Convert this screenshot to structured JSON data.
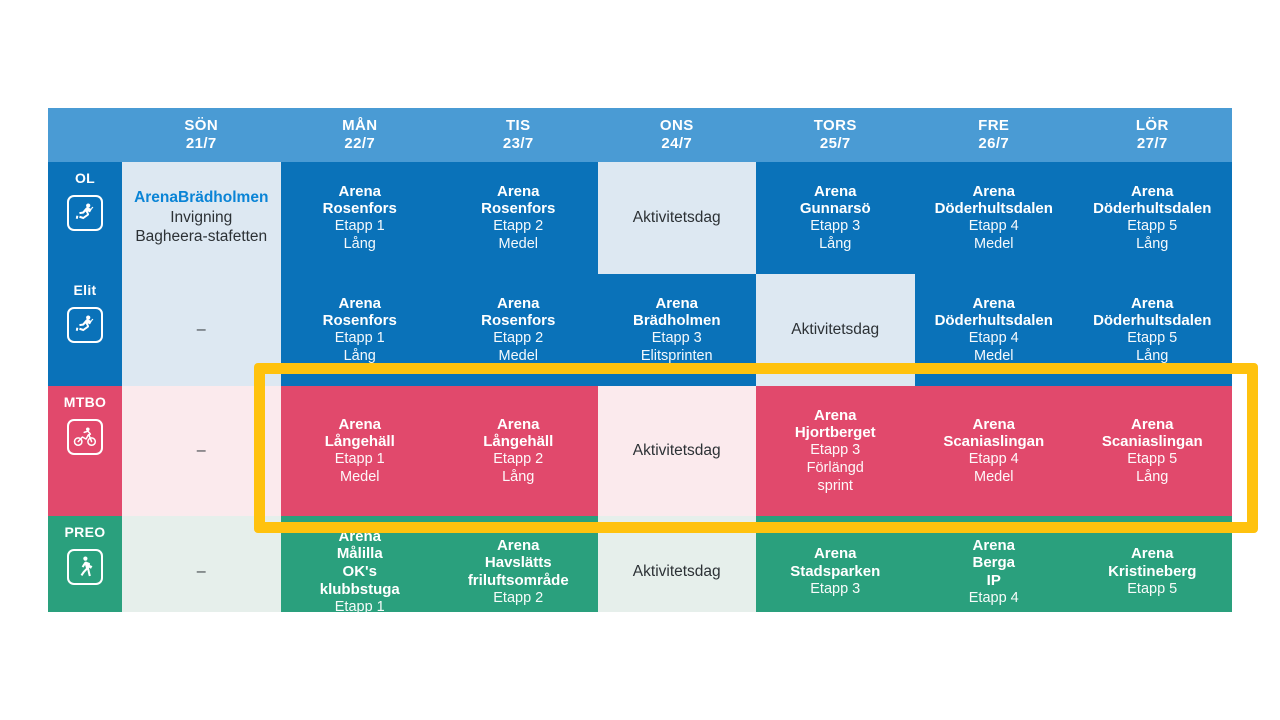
{
  "schedule": {
    "days": [
      {
        "weekday": "SÖN",
        "date": "21/7"
      },
      {
        "weekday": "MÅN",
        "date": "22/7"
      },
      {
        "weekday": "TIS",
        "date": "23/7"
      },
      {
        "weekday": "ONS",
        "date": "24/7"
      },
      {
        "weekday": "TORS",
        "date": "25/7"
      },
      {
        "weekday": "FRE",
        "date": "26/7"
      },
      {
        "weekday": "LÖR",
        "date": "27/7"
      }
    ],
    "rows": [
      {
        "label": "OL",
        "icon": "runner-icon",
        "color": "#0a72b9",
        "cells": [
          {
            "kind": "intro",
            "arena": "Arena Brädholmen",
            "line2": "Invigning",
            "line3": "Bagheera-stafetten"
          },
          {
            "kind": "event",
            "arena": "Arena Rosenfors",
            "stage": "Etapp 1",
            "discipline": "Lång"
          },
          {
            "kind": "event",
            "arena": "Arena Rosenfors",
            "stage": "Etapp 2",
            "discipline": "Medel"
          },
          {
            "kind": "rest",
            "text": "Aktivitetsdag"
          },
          {
            "kind": "event",
            "arena": "Arena Gunnarsö",
            "stage": "Etapp 3",
            "discipline": "Lång"
          },
          {
            "kind": "event",
            "arena": "Arena Döderhultsdalen",
            "stage": "Etapp 4",
            "discipline": "Medel"
          },
          {
            "kind": "event",
            "arena": "Arena Döderhultsdalen",
            "stage": "Etapp 5",
            "discipline": "Lång"
          }
        ]
      },
      {
        "label": "Elit",
        "icon": "runner-icon",
        "color": "#0a72b9",
        "cells": [
          {
            "kind": "dash",
            "text": "–"
          },
          {
            "kind": "event",
            "arena": "Arena Rosenfors",
            "stage": "Etapp 1",
            "discipline": "Lång"
          },
          {
            "kind": "event",
            "arena": "Arena Rosenfors",
            "stage": "Etapp 2",
            "discipline": "Medel"
          },
          {
            "kind": "event",
            "arena": "Arena Brädholmen",
            "stage": "Etapp 3",
            "discipline": "Elitsprinten"
          },
          {
            "kind": "rest",
            "text": "Aktivitetsdag"
          },
          {
            "kind": "event",
            "arena": "Arena Döderhultsdalen",
            "stage": "Etapp 4",
            "discipline": "Medel"
          },
          {
            "kind": "event",
            "arena": "Arena Döderhultsdalen",
            "stage": "Etapp 5",
            "discipline": "Lång"
          }
        ]
      },
      {
        "label": "MTBO",
        "icon": "cyclist-icon",
        "color": "#e1496c",
        "cells": [
          {
            "kind": "dash",
            "text": "–"
          },
          {
            "kind": "event",
            "arena": "Arena Långehäll",
            "stage": "Etapp 1",
            "discipline": "Medel"
          },
          {
            "kind": "event",
            "arena": "Arena Långehäll",
            "stage": "Etapp 2",
            "discipline": "Lång"
          },
          {
            "kind": "rest",
            "text": "Aktivitetsdag"
          },
          {
            "kind": "event",
            "arena": "Arena Hjortberget",
            "stage": "Etapp 3",
            "discipline": "Förlängd sprint"
          },
          {
            "kind": "event",
            "arena": "Arena Scaniaslingan",
            "stage": "Etapp 4",
            "discipline": "Medel"
          },
          {
            "kind": "event",
            "arena": "Arena Scaniaslingan",
            "stage": "Etapp 5",
            "discipline": "Lång"
          }
        ]
      },
      {
        "label": "PREO",
        "icon": "walker-icon",
        "color": "#2aa07d",
        "cells": [
          {
            "kind": "dash",
            "text": "–"
          },
          {
            "kind": "event",
            "arena": "Arena Målilla OK's klubbstuga",
            "stage": "Etapp 1",
            "discipline": ""
          },
          {
            "kind": "event",
            "arena": "Arena Havslätts friluftsområde",
            "stage": "Etapp 2",
            "discipline": ""
          },
          {
            "kind": "rest",
            "text": "Aktivitetsdag"
          },
          {
            "kind": "event",
            "arena": "Arena Stadsparken",
            "stage": "Etapp 3",
            "discipline": ""
          },
          {
            "kind": "event",
            "arena": "Arena Berga IP",
            "stage": "Etapp 4",
            "discipline": ""
          },
          {
            "kind": "event",
            "arena": "Arena Kristineberg",
            "stage": "Etapp 5",
            "discipline": ""
          }
        ]
      }
    ],
    "highlight": {
      "name": "mtbo-row-highlight",
      "color": "#ffc20e"
    },
    "colors": {
      "header": "#4a9bd4",
      "blue": "#0a72b9",
      "blue_light": "#dde8f2",
      "blue_accent_text": "#0a84d6",
      "pink": "#e1496c",
      "pink_light": "#fbeaed",
      "green": "#2aa07d",
      "green_light": "#e6efeb",
      "yellow": "#ffc20e"
    }
  }
}
